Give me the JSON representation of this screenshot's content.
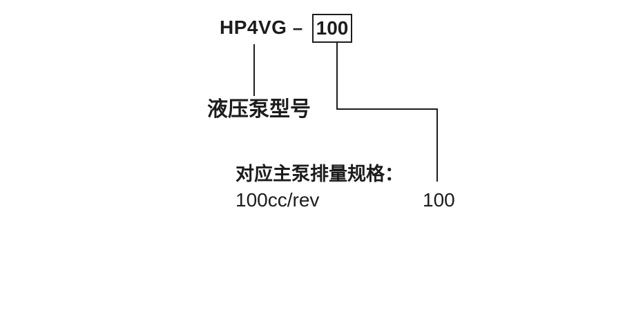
{
  "diagram": {
    "model": {
      "prefix": "HP4VG",
      "separator": "–",
      "code": "100"
    },
    "callouts": {
      "pump_model_label": "液压泵型号",
      "spec_heading": "对应主泵排量规格：",
      "spec_displacement": "100cc/rev",
      "spec_code": "100"
    },
    "colors": {
      "ink": "#1c1c1c",
      "background": "#ffffff"
    }
  }
}
